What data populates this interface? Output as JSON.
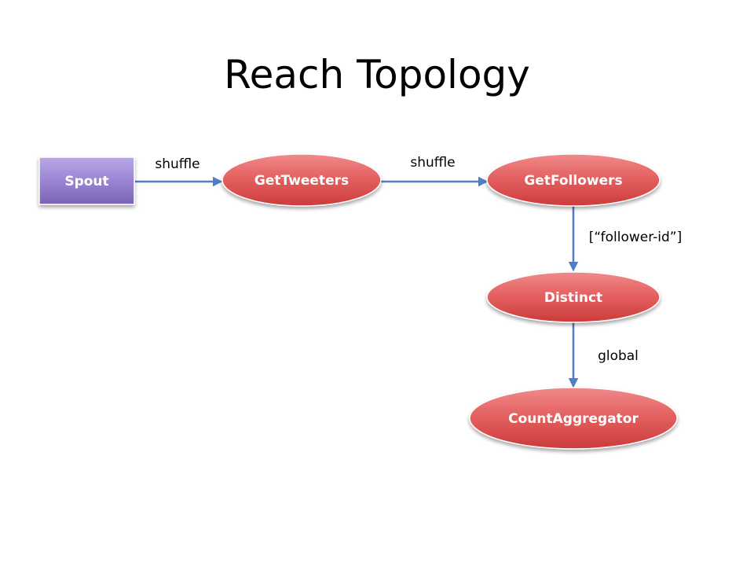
{
  "slide": {
    "title": "Reach Topology"
  },
  "nodes": {
    "spout": "Spout",
    "get_tweeters": "GetTweeters",
    "get_followers": "GetFollowers",
    "distinct": "Distinct",
    "count_aggregator": "CountAggregator"
  },
  "edges": {
    "spout_to_get_tweeters": "shuffle",
    "get_tweeters_to_get_followers": "shuffle",
    "get_followers_to_distinct": "[“follower-id”]",
    "distinct_to_count_aggregator": "global"
  },
  "colors": {
    "spout_fill": "#8f7ac4",
    "bolt_fill": "#de5253",
    "edge": "#4f7fc4"
  }
}
